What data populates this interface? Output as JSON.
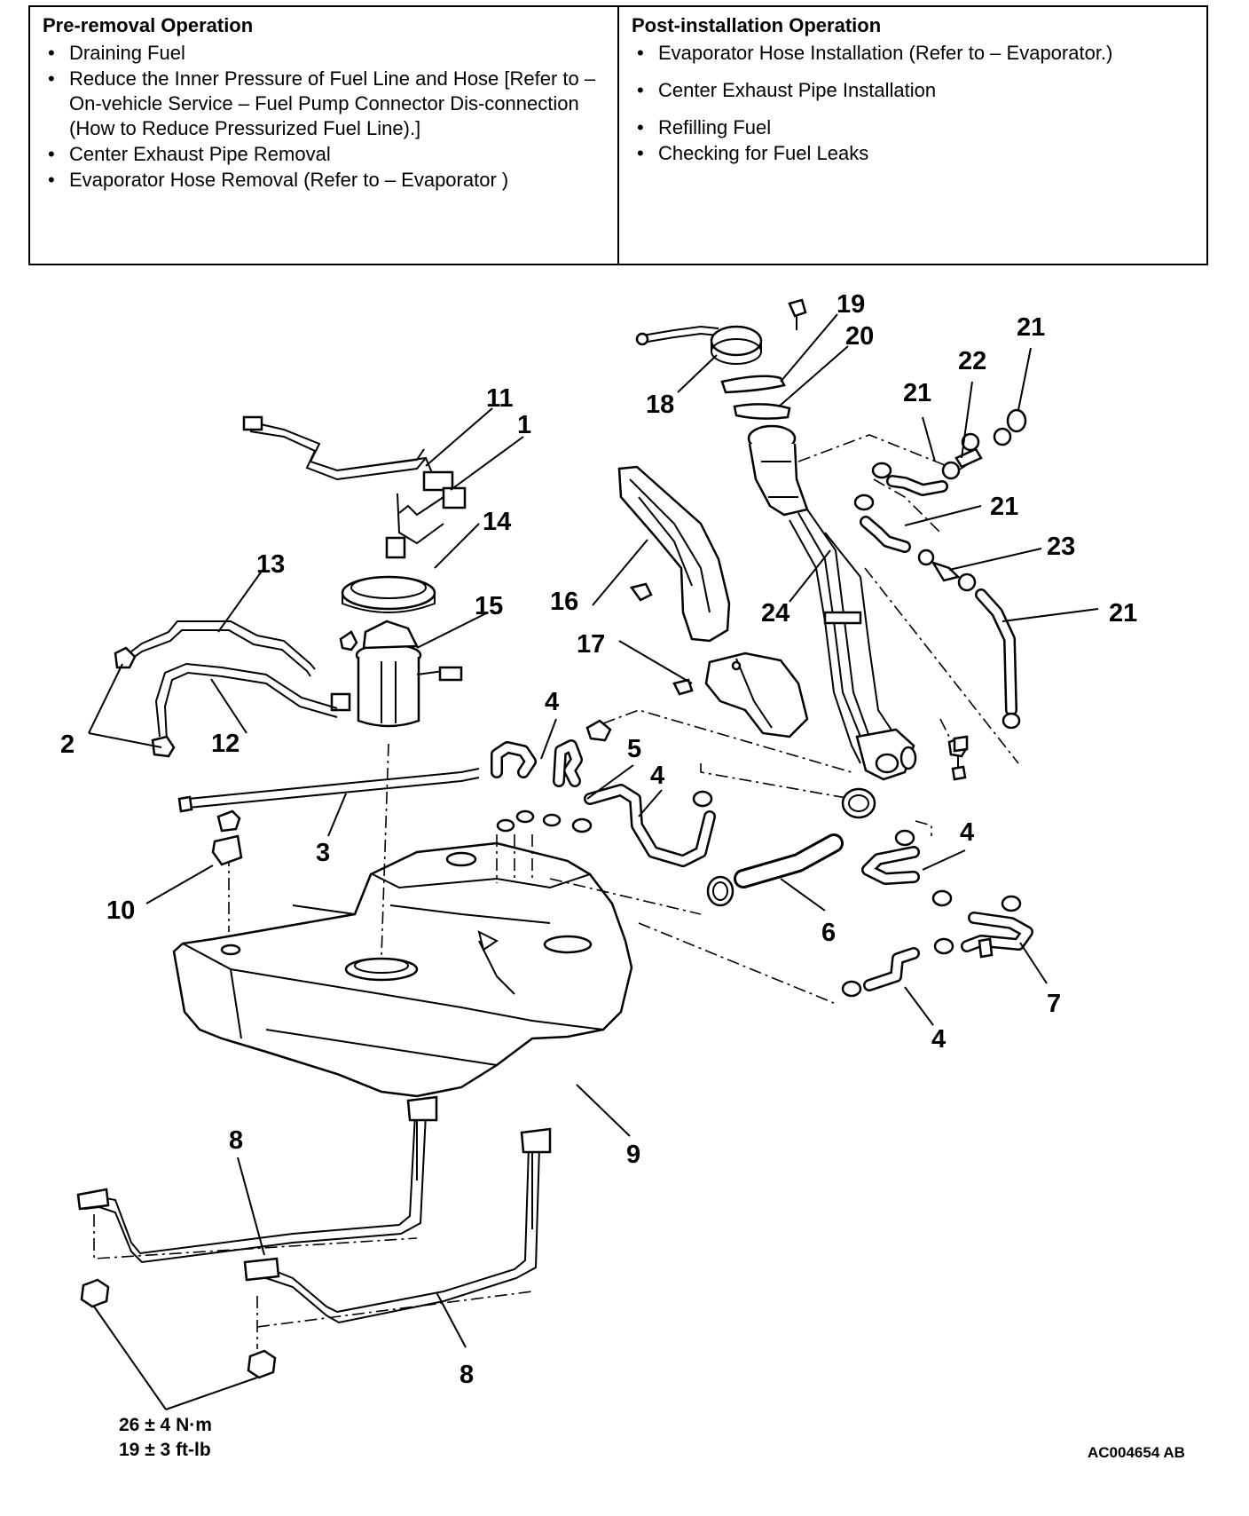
{
  "pre_removal": {
    "heading": "Pre-removal Operation",
    "items": [
      "Draining Fuel",
      "Reduce the Inner Pressure of Fuel Line and Hose [Refer to – On-vehicle Service – Fuel Pump Connector Dis-connection (How to Reduce Pressurized Fuel Line).]",
      "Center Exhaust Pipe Removal",
      "Evaporator Hose Removal (Refer to – Evaporator )"
    ]
  },
  "post_installation": {
    "heading": "Post-installation Operation",
    "items": [
      "Evaporator Hose Installation (Refer to – Evaporator.)",
      "Center Exhaust Pipe Installation",
      "Refilling Fuel",
      "Checking for Fuel Leaks"
    ]
  },
  "callouts": {
    "c1": "1",
    "c2": "2",
    "c3": "3",
    "c4a": "4",
    "c4b": "4",
    "c4c": "4",
    "c4d": "4",
    "c5": "5",
    "c6": "6",
    "c7": "7",
    "c8a": "8",
    "c8b": "8",
    "c9": "9",
    "c10": "10",
    "c11": "11",
    "c12": "12",
    "c13": "13",
    "c14": "14",
    "c15": "15",
    "c16": "16",
    "c17": "17",
    "c18": "18",
    "c19": "19",
    "c20": "20",
    "c21a": "21",
    "c21b": "21",
    "c21c": "21",
    "c21d": "21",
    "c22": "22",
    "c23": "23",
    "c24": "24"
  },
  "torque": {
    "metric": "26 ± 4 N·m",
    "imperial": "19 ± 3 ft-lb"
  },
  "figure_id": "AC004654 AB"
}
